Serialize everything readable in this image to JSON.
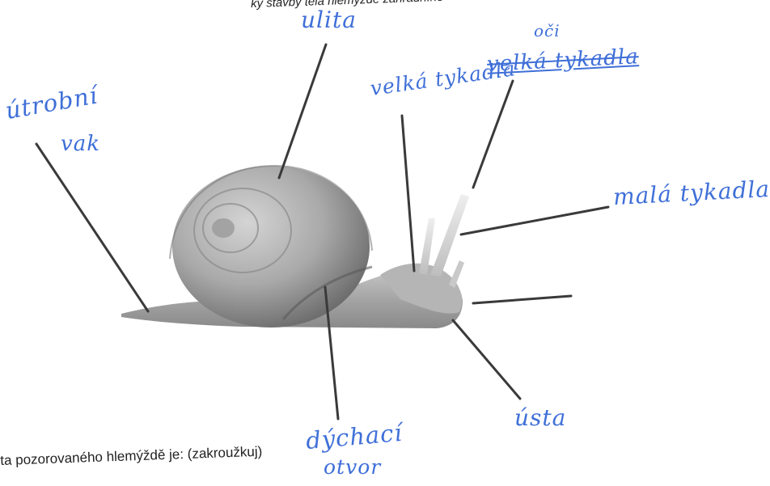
{
  "header": {
    "cut_text": "ky stavby těla hlemýždě zahradního"
  },
  "labels": {
    "ulita": "ulita",
    "oci": "oči",
    "velka_tykadla_crossed": "velká tykadla",
    "velka_tykadla": "velká tykadla",
    "utrobni_line1": "útrobní",
    "utrobni_line2": "vak",
    "mala_tykadla": "malá tykadla",
    "usta": "ústa",
    "dychaci_line1": "dýchací",
    "dychaci_line2": "otvor"
  },
  "footer": {
    "question_text": "ta pozorovaného hlemýždě je: (zakroužkuj)"
  },
  "colors": {
    "ink": "#3f6fd8",
    "pointer": "#3a3a3a",
    "print": "#222222"
  }
}
